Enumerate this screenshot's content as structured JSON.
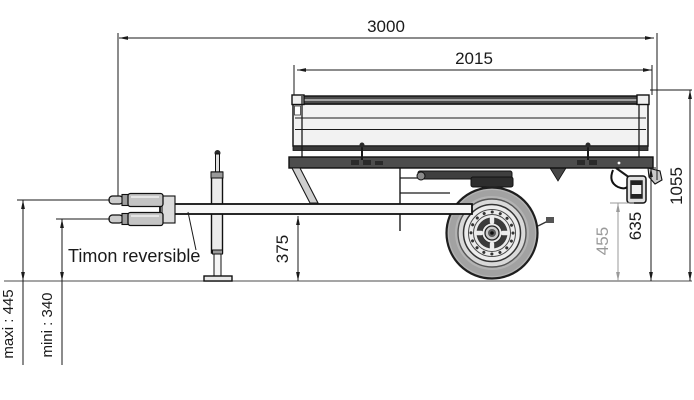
{
  "annotation": {
    "drawbar_label": "Timon reversible"
  },
  "dimensions": {
    "overall_length": "3000",
    "bed_length": "2015",
    "overall_height": "1055",
    "frame_height": "635",
    "rear_lamp_height": "455",
    "drawbar_height": "375",
    "hitch_height_max": "maxi : 445",
    "hitch_height_min": "mini : 340"
  },
  "colors": {
    "line": "#1a1a1a",
    "secondary_dimension": "#9a9a9a",
    "panel_fill": "#f2f2f2",
    "frame_fill": "#4d4d4d"
  }
}
